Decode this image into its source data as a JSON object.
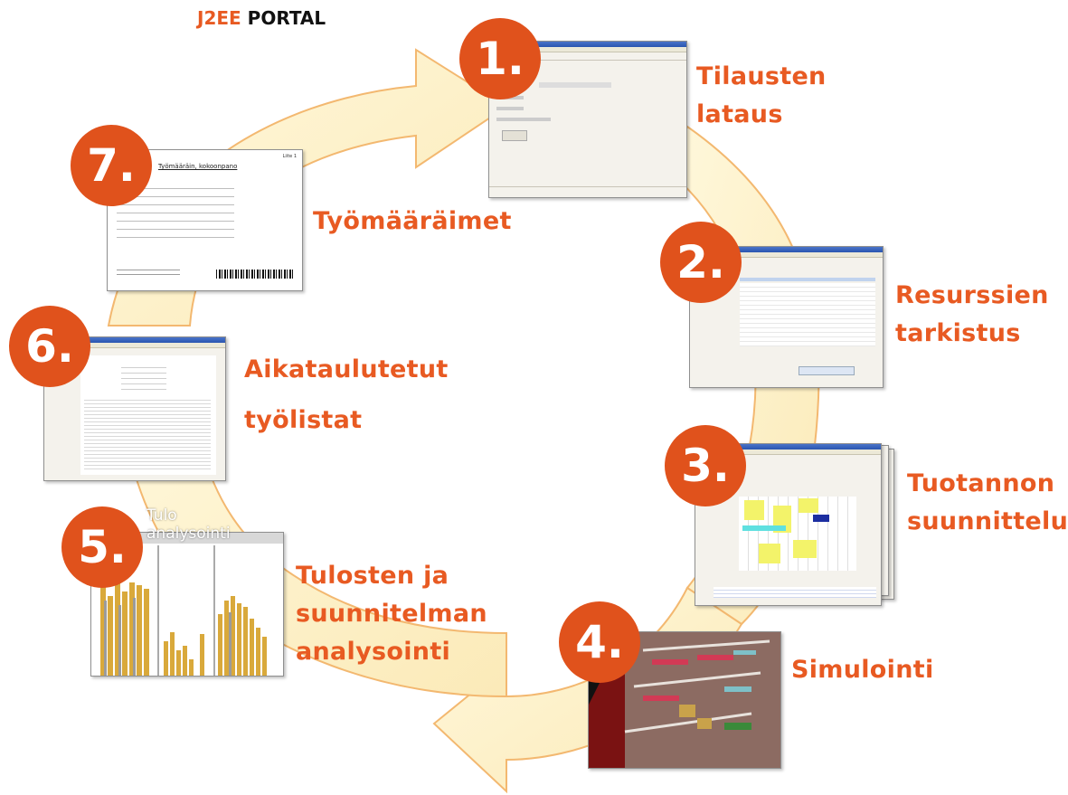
{
  "header": {
    "brand": "J2EE",
    "title": "PORTAL"
  },
  "steps": [
    {
      "number": "1.",
      "lines": [
        "Tilausten",
        "lataus"
      ]
    },
    {
      "number": "2.",
      "lines": [
        "Resurssien",
        "tarkistus"
      ]
    },
    {
      "number": "3.",
      "lines": [
        "Tuotannon",
        "suunnittelu"
      ]
    },
    {
      "number": "4.",
      "lines": [
        "Simulointi"
      ]
    },
    {
      "number": "5.",
      "lines": [
        "Tulosten ja",
        "suunnitelman",
        "analysointi"
      ]
    },
    {
      "number": "6.",
      "lines": [
        "Aikataulutetut",
        "työlistat"
      ]
    },
    {
      "number": "7.",
      "lines": [
        "Työmääräimet"
      ]
    }
  ],
  "thumb5_overlay": [
    "Tulo",
    "analysointi"
  ],
  "thumb7": {
    "page_label": "Liite 1",
    "heading": "Työmääräin, kokoonpano"
  },
  "colors": {
    "accent": "#e85a22",
    "badge": "#e0521c",
    "arrow_fill": "#fdf2cc",
    "arrow_edge": "#f3b870"
  }
}
